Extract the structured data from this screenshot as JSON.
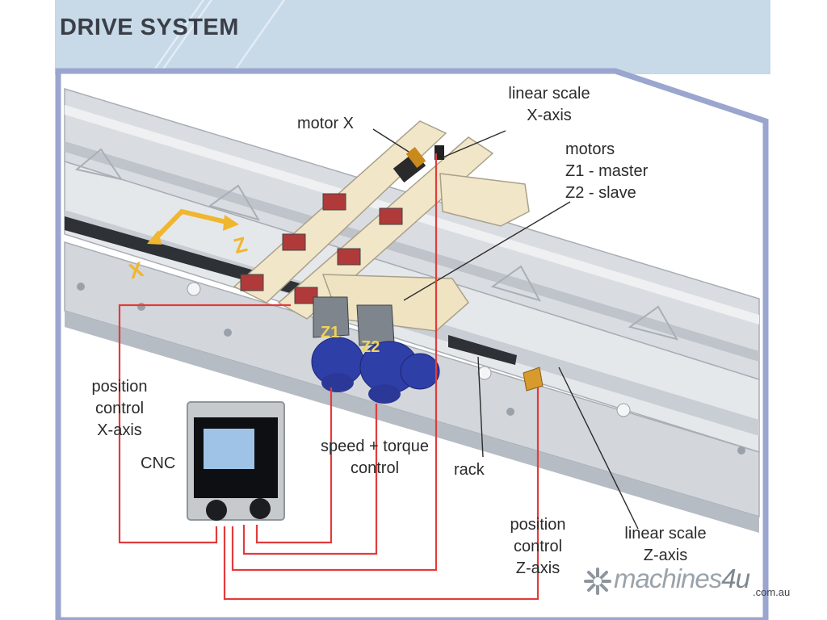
{
  "header": {
    "title": "DRIVE SYSTEM"
  },
  "labels": {
    "motor_x": "motor X",
    "linear_scale_x": [
      "linear scale",
      "X-axis"
    ],
    "motors": [
      "motors",
      "Z1 - master",
      "Z2 - slave"
    ],
    "position_control_x": [
      "position",
      "control",
      "X-axis"
    ],
    "cnc": "CNC",
    "speed_torque": [
      "speed + torque",
      "control"
    ],
    "rack": "rack",
    "position_control_z": [
      "position",
      "control",
      "Z-axis"
    ],
    "linear_scale_z": [
      "linear scale",
      "Z-axis"
    ],
    "motor_z1": "Z1",
    "motor_z2": "Z2",
    "axis_x": "X",
    "axis_z": "Z"
  },
  "logo": {
    "name_main": "machines",
    "name_accent": "4u",
    "domain": ".com.au"
  },
  "colors": {
    "header_band": "#c8d9e8",
    "frame": "#9aa6cf",
    "signal_line": "#e23b3b",
    "motor_blue": "#2f3fa8",
    "carriage": "#f1e6c8",
    "rail": "#cfd3d8",
    "axis_arrow": "#f0b630"
  },
  "icons": [
    "motor-icon",
    "cnc-controller-icon",
    "axis-arrow-icon",
    "asterisk-logo-icon"
  ]
}
